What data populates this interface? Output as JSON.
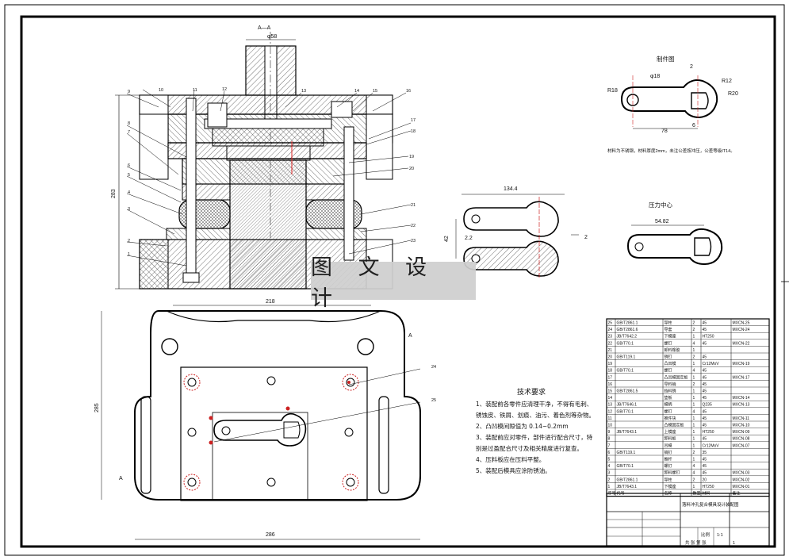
{
  "watermark": "图 文 设 计",
  "section_label": "A—A",
  "top_dims": {
    "phi_top": "φ58",
    "height": "283"
  },
  "part_numbers": [
    "1",
    "2",
    "3",
    "4",
    "5",
    "6",
    "7",
    "8",
    "9",
    "10",
    "11",
    "12",
    "13",
    "14",
    "15",
    "16",
    "17",
    "18",
    "19",
    "20",
    "21",
    "22",
    "23",
    "24",
    "25"
  ],
  "plan_dims": {
    "width_outer": "286",
    "width_top": "218",
    "height": "285",
    "section_arrow": "A"
  },
  "part_detail": {
    "title": "制件图",
    "dims": [
      "R18",
      "φ18",
      "2",
      "R12",
      "R20",
      "78",
      "6"
    ],
    "note": "材料为不锈钢，材料厚度2mm，未注公差按冲压，公差等级IT14。"
  },
  "strip_layout": {
    "width": "134.4",
    "pitch": "42",
    "overlap": "2.2",
    "gap": "2"
  },
  "pressure_center": {
    "title": "压力中心",
    "dim": "54.82"
  },
  "requirements": {
    "title": "技术要求",
    "items": [
      "1、装配前各零件应清理干净，不得有毛刺、",
      "锈蚀皮、铁屑、划痕、油污、着色剂等杂物。",
      "2、凸凹模间隙值为  0.14~0.2mm",
      "3、装配前应对零件，部件进行配合尺寸，特",
      "别是过盈配合尺寸及相关精度进行复查。",
      "4、压料板应在压料平整。",
      "5、装配后模具应涂防锈油。"
    ]
  },
  "bom": {
    "rows": [
      [
        "25",
        "GB/T2861.1",
        "导柱",
        "2",
        "45",
        "MXCN-25"
      ],
      [
        "24",
        "GB/T2861.6",
        "导套",
        "2",
        "45",
        "MXCN-24"
      ],
      [
        "23",
        "JB/T7642.2",
        "下模座",
        "1",
        "HT250",
        ""
      ],
      [
        "22",
        "GB/T70.1",
        "螺钉",
        "4",
        "45",
        "MXCN-22"
      ],
      [
        "21",
        "",
        "卸料橡胶",
        "1",
        "",
        ""
      ],
      [
        "20",
        "GB/T119.1",
        "销钉",
        "2",
        "45",
        ""
      ],
      [
        "19",
        "",
        "凸凹模",
        "1",
        "Cr12MoV",
        "MXCN-19"
      ],
      [
        "18",
        "GB/T70.1",
        "螺钉",
        "4",
        "45",
        ""
      ],
      [
        "17",
        "",
        "凸凹模固定板",
        "1",
        "45",
        "MXCN-17"
      ],
      [
        "16",
        "",
        "导料销",
        "2",
        "45",
        ""
      ],
      [
        "15",
        "GB/T2861.5",
        "挡料销",
        "1",
        "45",
        ""
      ],
      [
        "14",
        "",
        "垫板",
        "1",
        "45",
        "MXCN-14"
      ],
      [
        "13",
        "JB/T7646.1",
        "模柄",
        "1",
        "Q235",
        "MXCN-13"
      ],
      [
        "12",
        "GB/T70.1",
        "螺钉",
        "4",
        "45",
        ""
      ],
      [
        "11",
        "",
        "推件块",
        "1",
        "45",
        "MXCN-11"
      ],
      [
        "10",
        "",
        "凸模固定板",
        "1",
        "45",
        "MXCN-10"
      ],
      [
        "9",
        "JB/T7643.1",
        "上模座",
        "1",
        "HT250",
        "MXCN-09"
      ],
      [
        "8",
        "",
        "卸料板",
        "1",
        "45",
        "MXCN-08"
      ],
      [
        "7",
        "",
        "凹模",
        "1",
        "Cr12MoV",
        "MXCN-07"
      ],
      [
        "6",
        "GB/T119.1",
        "销钉",
        "2",
        "35",
        ""
      ],
      [
        "5",
        "",
        "推杆",
        "1",
        "45",
        ""
      ],
      [
        "4",
        "GB/T70.1",
        "螺钉",
        "4",
        "45",
        ""
      ],
      [
        "3",
        "",
        "卸料螺钉",
        "4",
        "45",
        "MXCN-03"
      ],
      [
        "2",
        "GB/T2861.1",
        "导柱",
        "2",
        "20",
        "MXCN-02"
      ],
      [
        "1",
        "JB/T7643.1",
        "下模座",
        "1",
        "HT250",
        "MXCN-01"
      ]
    ],
    "header": [
      "序号",
      "代号",
      "名称",
      "数量",
      "材料",
      "备注"
    ],
    "title_block": {
      "drawing_title": "落料冲孔复合模具设计装配图",
      "scale_label": "比例",
      "sheet_label": "共 张 第 张",
      "count": "1",
      "ratio": "1:1"
    }
  }
}
